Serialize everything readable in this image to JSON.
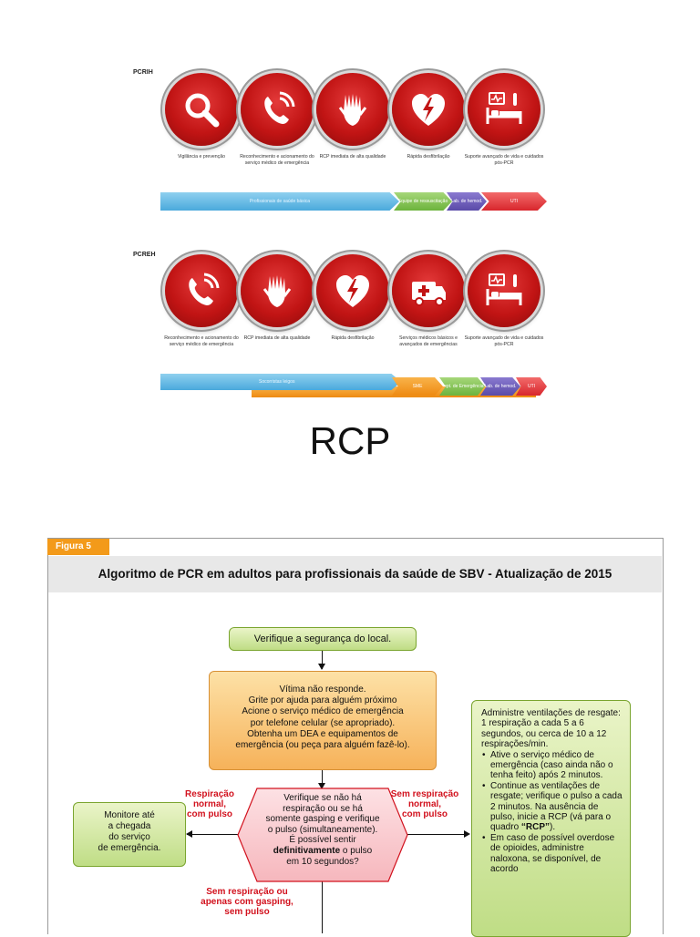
{
  "pcrih": {
    "label": "PCRIH",
    "icons": [
      "magnifier-icon",
      "phone-icon",
      "hands-icon",
      "heart-bolt-icon",
      "hospital-bed-icon"
    ],
    "captions": [
      "Vigilância e prevenção",
      "Reconhecimento e acionamento do serviço médico de emergência",
      "RCP imediata de alta qualidade",
      "Rápida desfibrilação",
      "Suporte avançado de vida e cuidados pós-PCR"
    ],
    "bar": [
      "Profissionais de saúde básica",
      "Equipe de ressuscitação",
      "Lab. de hemod.",
      "UTI"
    ]
  },
  "pcreh": {
    "label": "PCREH",
    "icons": [
      "phone-icon",
      "hands-icon",
      "heart-bolt-icon",
      "ambulance-icon",
      "hospital-bed-icon"
    ],
    "captions": [
      "Reconhecimento e acionamento do serviço médico de emergência",
      "RCP imediata de alta qualidade",
      "Rápida desfibrilação",
      "Serviços médicos básicos e avançados de emergências",
      "Suporte avançado de vida e cuidados pós-PCR"
    ],
    "bar": [
      "Socorristas leigos",
      "SME",
      "Dept. de Emergência",
      "Lab. de hemod.",
      "UTI"
    ]
  },
  "page_title": "RCP",
  "figure": {
    "tag": "Figura 5",
    "title": "Algoritmo de PCR em adultos para profissionais da saúde de SBV - Atualização de 2015",
    "start": "Verifique a segurança do local.",
    "unresponsive": "Vítima não responde.\nGrite por ajuda para alguém próximo\nAcione o serviço médico de emergência\npor telefone celular (se apropriado).\nObtenha um DEA e equipamentos de\nemergência (ou peça para alguém fazê-lo).",
    "check": "Verifique se não há\nrespiração ou se há\nsomente gasping e verifique\no pulso (simultaneamente).\nÉ possível sentir",
    "check_bold": "definitivamente",
    "check_tail": " o pulso\nem 10 segundos?",
    "left_label": "Respiração\nnormal,\ncom pulso",
    "right_label": "Sem respiração\nnormal,\ncom pulso",
    "bottom_label": "Sem respiração ou\napenas com gasping,\nsem pulso",
    "monitor": "Monitore até\na chegada\ndo serviço\nde emergência.",
    "rescue_intro": "Administre ventilações de resgate: 1 respiração a cada 5 a 6 segundos, ou cerca de 10 a 12 respirações/min.",
    "rescue_b1": "Ative o serviço médico de emergência (caso ainda não o tenha feito) após 2 minutos.",
    "rescue_b2_pre": "Continue as ventilações de resgate; verifique o pulso a cada 2 minutos. Na ausência de pulso, inicie a RCP (vá para o quadro ",
    "rescue_b2_bold": "“RCP”",
    "rescue_b2_post": ").",
    "rescue_b3": "Em caso de possível overdose de opioides, administre naloxona, se disponível, de acordo"
  }
}
